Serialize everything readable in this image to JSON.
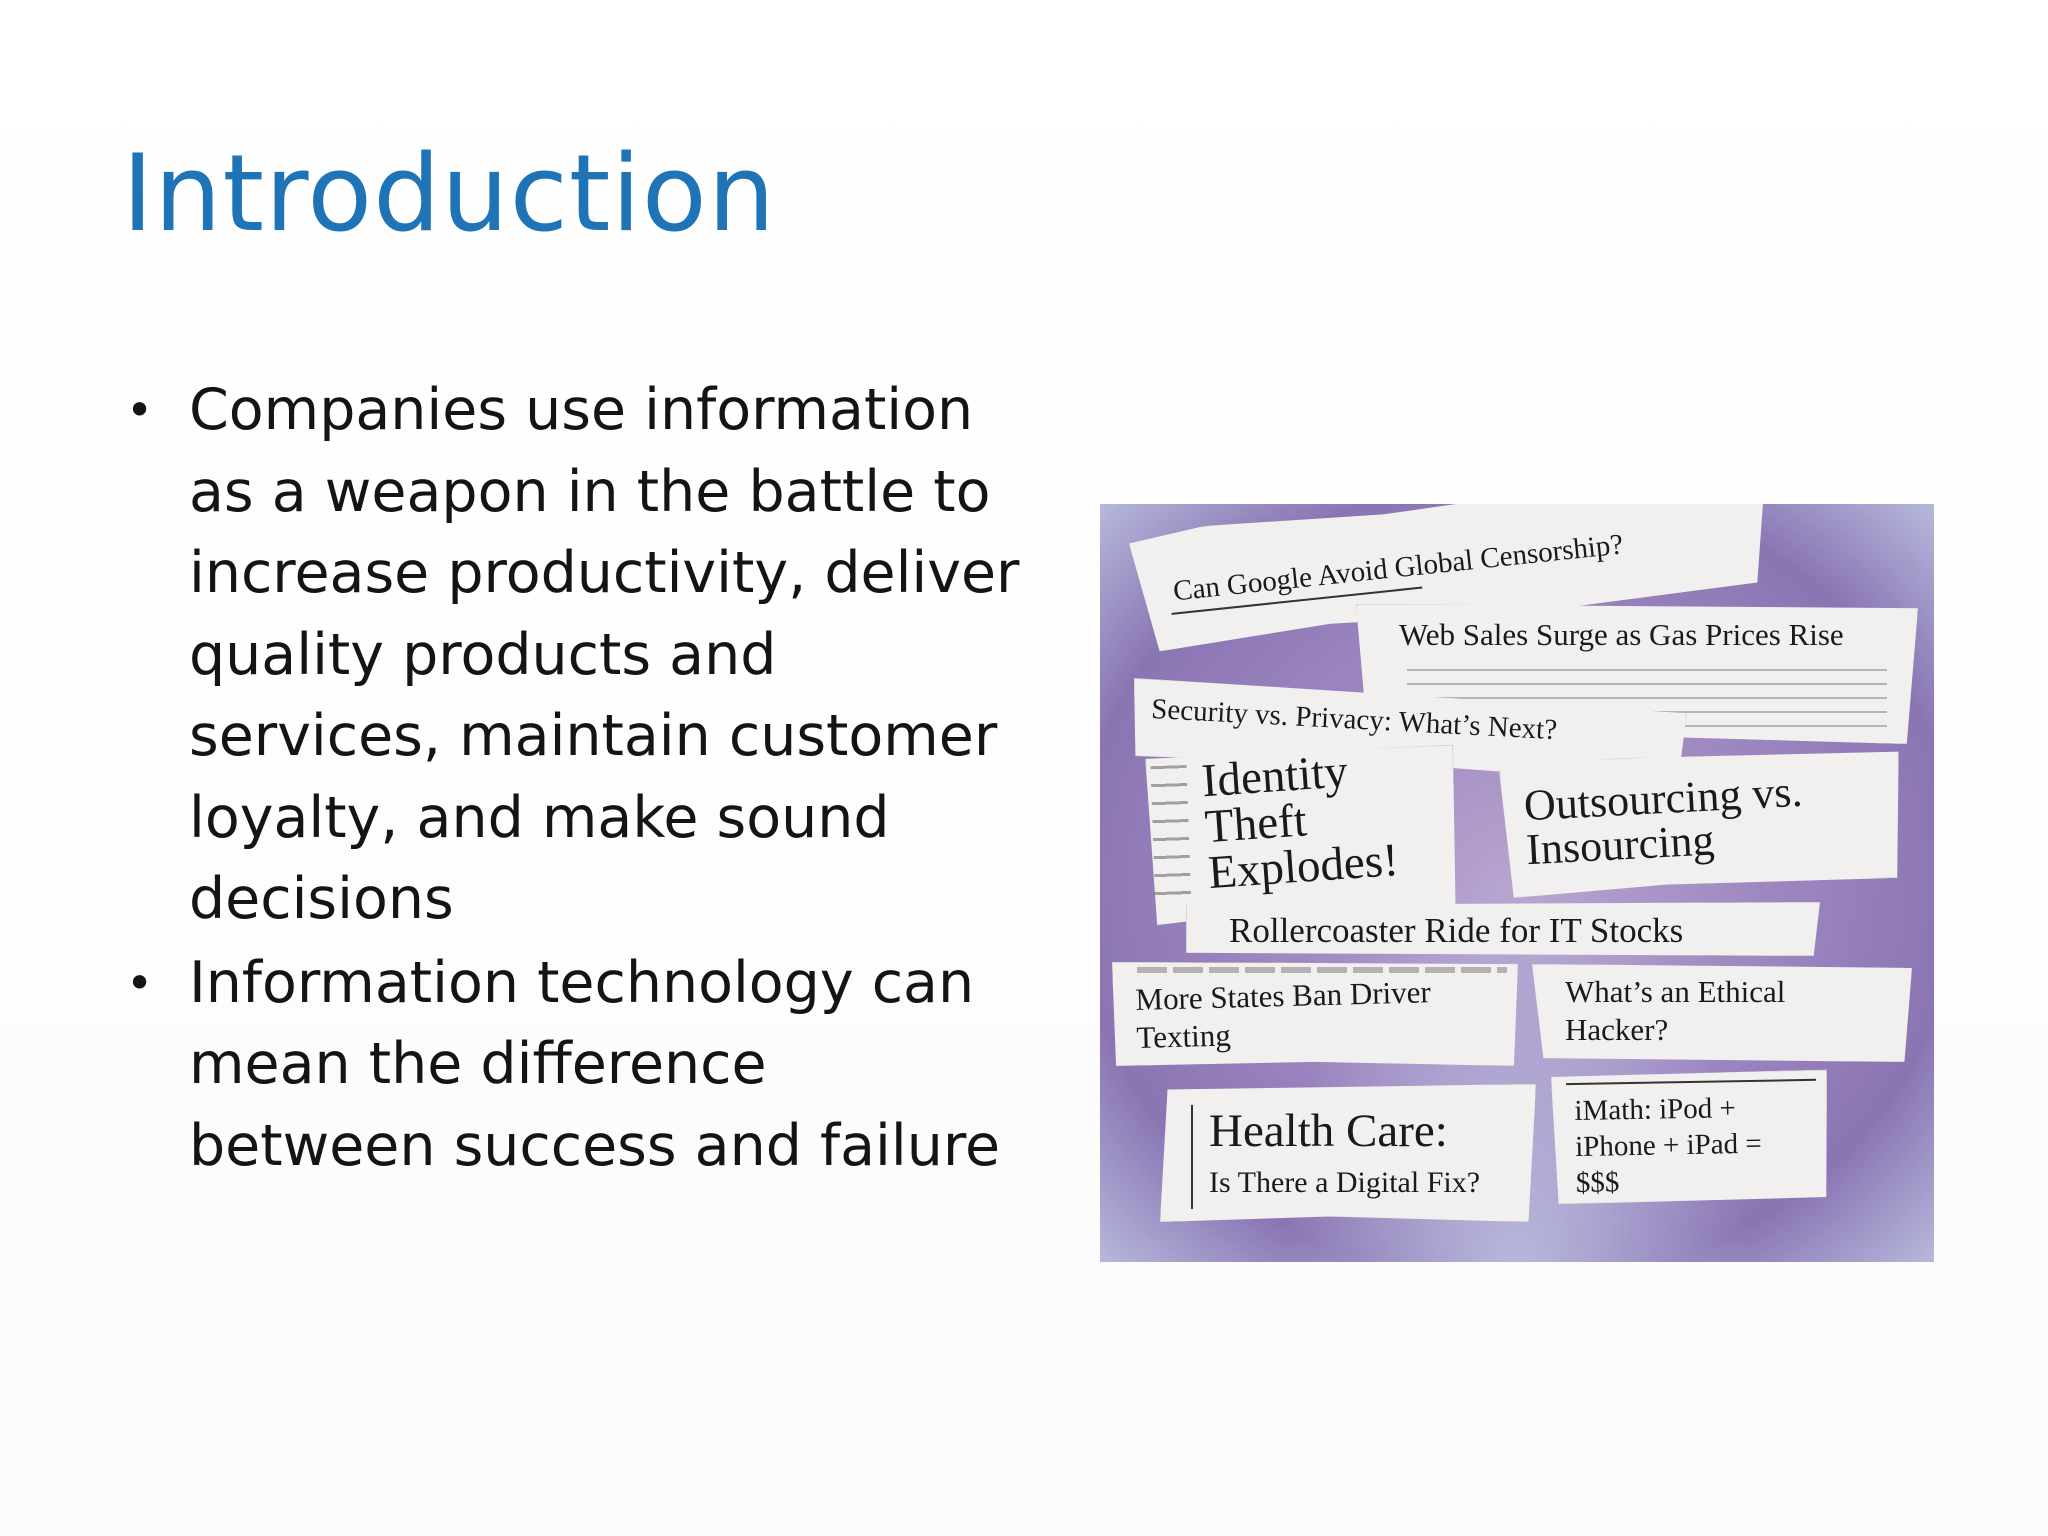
{
  "slide": {
    "title": "Introduction",
    "bullets": [
      "Companies use information\nas a weapon in the battle to\nincrease productivity, deliver\nquality products and\nservices, maintain customer\nloyalty, and make sound\ndecisions",
      "Information technology can\nmean the difference\nbetween success and failure"
    ],
    "bullet_glyph": "•"
  },
  "collage": {
    "headlines": {
      "google": "Can Google Avoid Global Censorship?",
      "web_sales": "Web Sales Surge as Gas Prices Rise",
      "security": "Security vs. Privacy: What’s Next?",
      "identity": "Identity\nTheft\nExplodes!",
      "outsourcing": "Outsourcing vs.\nInsourcing",
      "rollercoaster": "Rollercoaster Ride for IT Stocks",
      "texting": "More States Ban Driver\nTexting",
      "hacker": "What’s an Ethical\nHacker?",
      "health_title": "Health Care:",
      "health_sub": "Is There a Digital Fix?",
      "imath": "iMath: iPod +\niPhone + iPad =\n$$$"
    },
    "colors": {
      "background": "#9d86c0",
      "paper": "#f1f0ef",
      "title": "#1f73b7"
    }
  }
}
